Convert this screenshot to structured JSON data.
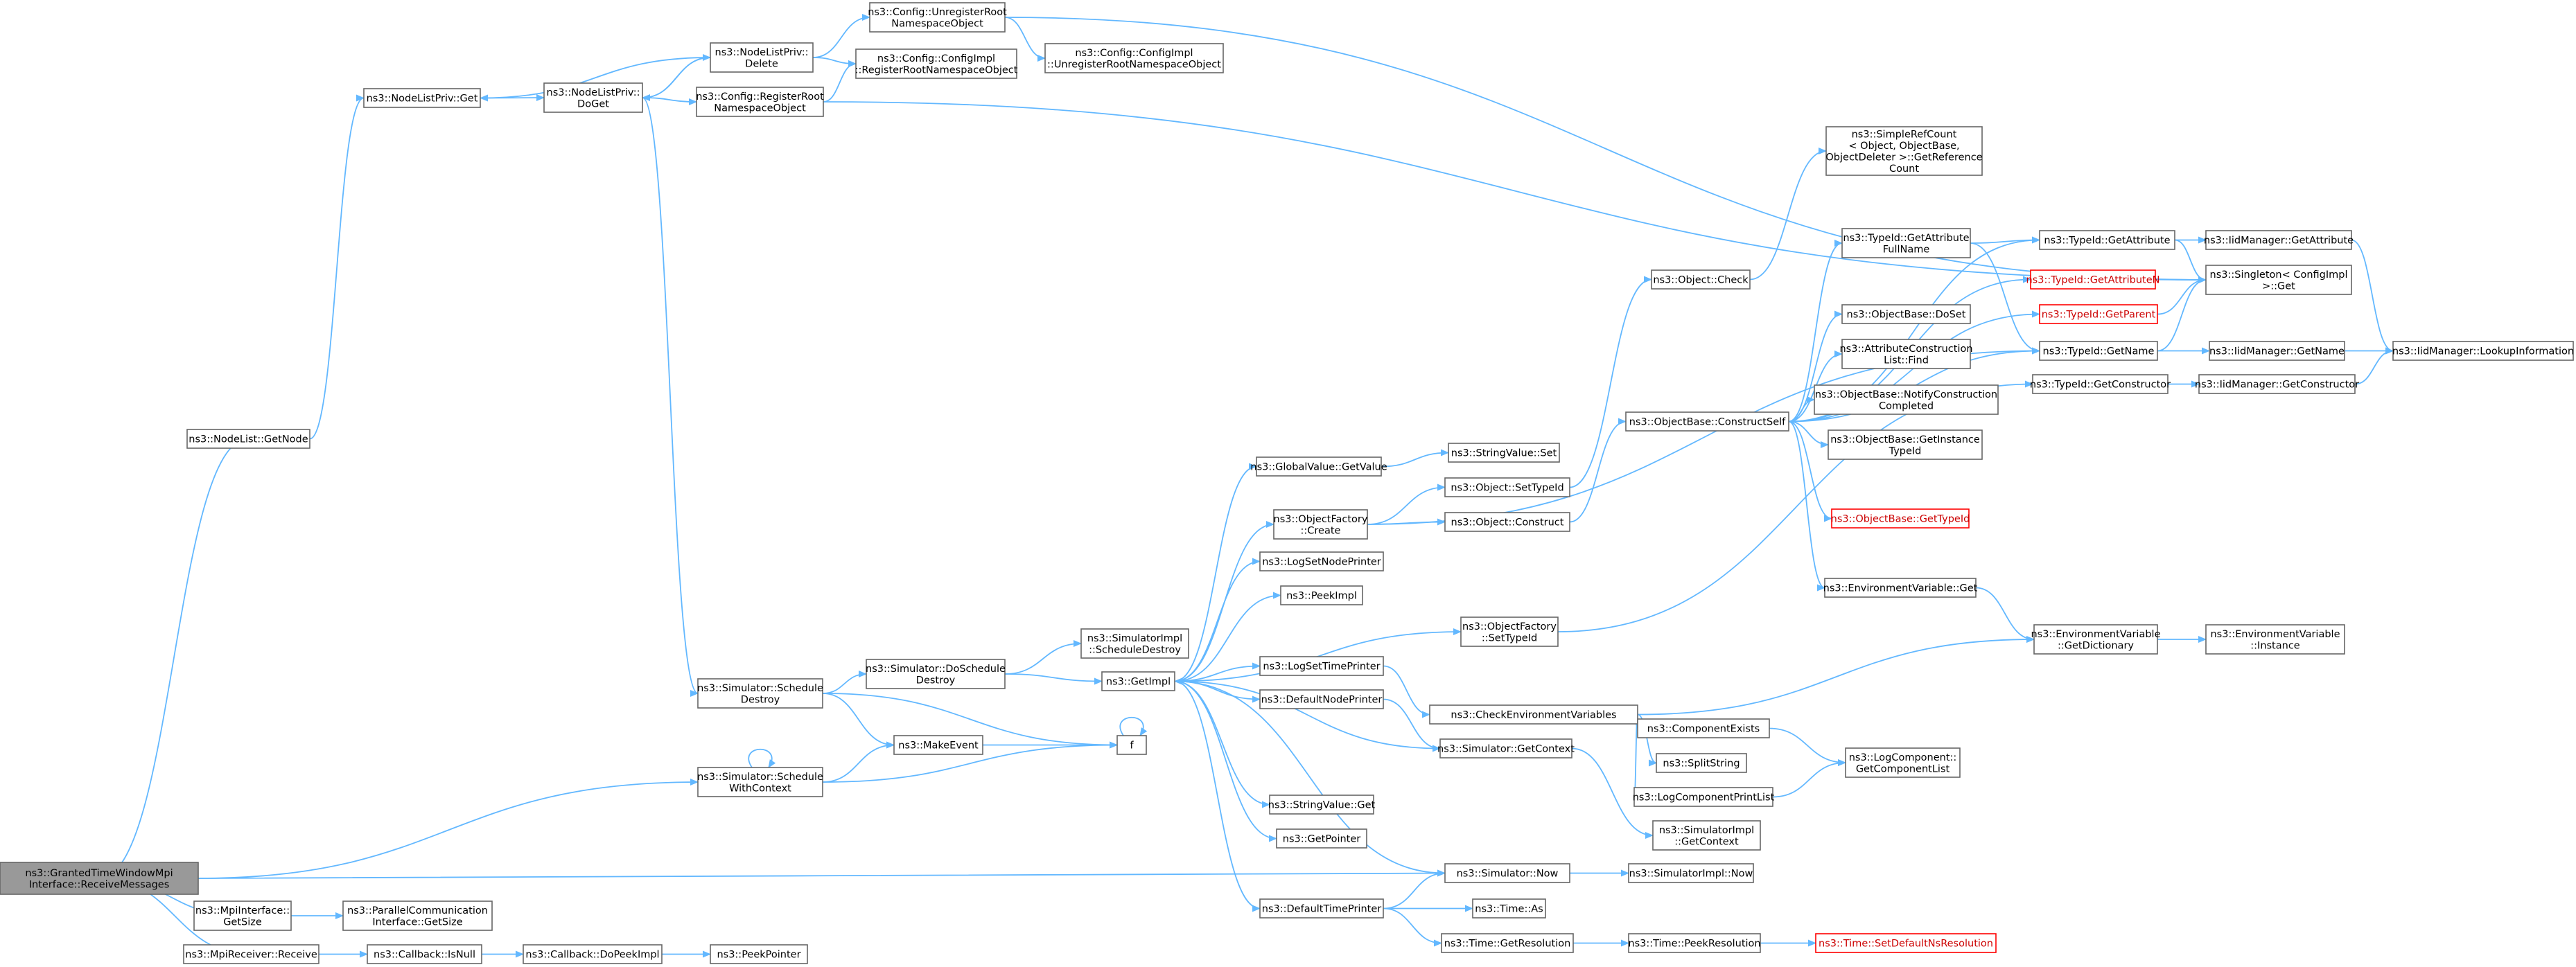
{
  "graph": {
    "title": "",
    "colors": {
      "edge": "#63b8ff",
      "node_border": "#666666",
      "highlight_fill": "#999999",
      "incomplete_border": "#ff0000"
    },
    "nodes": [
      {
        "id": "n0",
        "lines": [
          "ns3::GrantedTimeWindowMpi",
          "Interface::ReceiveMessages"
        ],
        "highlight": true
      },
      {
        "id": "n1",
        "lines": [
          "ns3::NodeList::GetNode"
        ]
      },
      {
        "id": "n2",
        "lines": [
          "ns3::NodeListPriv::Get"
        ]
      },
      {
        "id": "n3",
        "lines": [
          "ns3::NodeListPriv::",
          "DoGet"
        ]
      },
      {
        "id": "n4",
        "lines": [
          "ns3::NodeListPriv::",
          "Delete"
        ]
      },
      {
        "id": "n5",
        "lines": [
          "ns3::Config::UnregisterRoot",
          "NamespaceObject"
        ]
      },
      {
        "id": "n6",
        "lines": [
          "ns3::Config::ConfigImpl",
          "::UnregisterRootNamespaceObject"
        ]
      },
      {
        "id": "n7",
        "lines": [
          "ns3::Config::ConfigImpl",
          "::RegisterRootNamespaceObject"
        ]
      },
      {
        "id": "n8",
        "lines": [
          "ns3::Config::RegisterRoot",
          "NamespaceObject"
        ]
      },
      {
        "id": "n9",
        "lines": [
          "ns3::Simulator::Schedule",
          "Destroy"
        ]
      },
      {
        "id": "n10",
        "lines": [
          "ns3::Simulator::Schedule",
          "WithContext"
        ]
      },
      {
        "id": "n11",
        "lines": [
          "ns3::Simulator::DoSchedule",
          "Destroy"
        ]
      },
      {
        "id": "n12",
        "lines": [
          "ns3::MakeEvent"
        ]
      },
      {
        "id": "n13",
        "lines": [
          "ns3::SimulatorImpl",
          "::ScheduleDestroy"
        ]
      },
      {
        "id": "n14",
        "lines": [
          "ns3::GetImpl"
        ]
      },
      {
        "id": "n15",
        "lines": [
          "f"
        ]
      },
      {
        "id": "n16",
        "lines": [
          "ns3::GlobalValue::GetValue"
        ]
      },
      {
        "id": "n17",
        "lines": [
          "ns3::StringValue::Set"
        ]
      },
      {
        "id": "n18",
        "lines": [
          "ns3::ObjectFactory",
          "::Create"
        ]
      },
      {
        "id": "n19",
        "lines": [
          "ns3::Object::SetTypeId"
        ]
      },
      {
        "id": "n20",
        "lines": [
          "ns3::Object::Construct"
        ]
      },
      {
        "id": "n21",
        "lines": [
          "ns3::LogSetNodePrinter"
        ]
      },
      {
        "id": "n22",
        "lines": [
          "ns3::PeekImpl"
        ]
      },
      {
        "id": "n23",
        "lines": [
          "ns3::ObjectFactory",
          "::SetTypeId"
        ]
      },
      {
        "id": "n24",
        "lines": [
          "ns3::LogSetTimePrinter"
        ]
      },
      {
        "id": "n25",
        "lines": [
          "ns3::DefaultNodePrinter"
        ]
      },
      {
        "id": "n26",
        "lines": [
          "ns3::CheckEnvironmentVariables"
        ]
      },
      {
        "id": "n27",
        "lines": [
          "ns3::Simulator::GetContext"
        ]
      },
      {
        "id": "n28",
        "lines": [
          "ns3::StringValue::Get"
        ]
      },
      {
        "id": "n29",
        "lines": [
          "ns3::GetPointer"
        ]
      },
      {
        "id": "n30",
        "lines": [
          "ns3::Simulator::Now"
        ]
      },
      {
        "id": "n31",
        "lines": [
          "ns3::SimulatorImpl::Now"
        ]
      },
      {
        "id": "n32",
        "lines": [
          "ns3::DefaultTimePrinter"
        ]
      },
      {
        "id": "n33",
        "lines": [
          "ns3::Time::As"
        ]
      },
      {
        "id": "n34",
        "lines": [
          "ns3::Time::GetResolution"
        ]
      },
      {
        "id": "n35",
        "lines": [
          "ns3::Time::PeekResolution"
        ]
      },
      {
        "id": "n36",
        "lines": [
          "ns3::Time::SetDefaultNsResolution"
        ],
        "red": true
      },
      {
        "id": "n37",
        "lines": [
          "ns3::MpiInterface::",
          "GetSize"
        ]
      },
      {
        "id": "n38",
        "lines": [
          "ns3::ParallelCommunication",
          "Interface::GetSize"
        ]
      },
      {
        "id": "n39",
        "lines": [
          "ns3::MpiReceiver::Receive"
        ]
      },
      {
        "id": "n40",
        "lines": [
          "ns3::Callback::IsNull"
        ]
      },
      {
        "id": "n41",
        "lines": [
          "ns3::Callback::DoPeekImpl"
        ]
      },
      {
        "id": "n42",
        "lines": [
          "ns3::PeekPointer"
        ]
      },
      {
        "id": "n43",
        "lines": [
          "ns3::SimpleRefCount",
          "< Object, ObjectBase,",
          "ObjectDeleter >::GetReference",
          "Count"
        ]
      },
      {
        "id": "n44",
        "lines": [
          "ns3::Object::Check"
        ]
      },
      {
        "id": "n45",
        "lines": [
          "ns3::ObjectBase::ConstructSelf"
        ]
      },
      {
        "id": "n46",
        "lines": [
          "ns3::TypeId::GetAttribute",
          "FullName"
        ]
      },
      {
        "id": "n47",
        "lines": [
          "ns3::ObjectBase::DoSet"
        ]
      },
      {
        "id": "n48",
        "lines": [
          "ns3::AttributeConstruction",
          "List::Find"
        ]
      },
      {
        "id": "n49",
        "lines": [
          "ns3::ObjectBase::NotifyConstruction",
          "Completed"
        ]
      },
      {
        "id": "n50",
        "lines": [
          "ns3::ObjectBase::GetInstance",
          "TypeId"
        ]
      },
      {
        "id": "n51",
        "lines": [
          "ns3::ObjectBase::GetTypeId"
        ],
        "red": true
      },
      {
        "id": "n52",
        "lines": [
          "ns3::EnvironmentVariable::Get"
        ]
      },
      {
        "id": "n53",
        "lines": [
          "ns3::EnvironmentVariable",
          "::GetDictionary"
        ]
      },
      {
        "id": "n54",
        "lines": [
          "ns3::EnvironmentVariable",
          "::Instance"
        ]
      },
      {
        "id": "n55",
        "lines": [
          "ns3::ComponentExists"
        ]
      },
      {
        "id": "n56",
        "lines": [
          "ns3::SplitString"
        ]
      },
      {
        "id": "n57",
        "lines": [
          "ns3::LogComponentPrintList"
        ]
      },
      {
        "id": "n58",
        "lines": [
          "ns3::LogComponent::",
          "GetComponentList"
        ]
      },
      {
        "id": "n59",
        "lines": [
          "ns3::SimulatorImpl",
          "::GetContext"
        ]
      },
      {
        "id": "n60",
        "lines": [
          "ns3::TypeId::GetAttribute"
        ]
      },
      {
        "id": "n61",
        "lines": [
          "ns3::TypeId::GetAttributeN"
        ],
        "red": true
      },
      {
        "id": "n62",
        "lines": [
          "ns3::TypeId::GetParent"
        ],
        "red": true
      },
      {
        "id": "n63",
        "lines": [
          "ns3::TypeId::GetName"
        ]
      },
      {
        "id": "n64",
        "lines": [
          "ns3::TypeId::GetConstructor"
        ]
      },
      {
        "id": "n65",
        "lines": [
          "ns3::IidManager::GetAttribute"
        ]
      },
      {
        "id": "n66",
        "lines": [
          "ns3::Singleton< ConfigImpl",
          ">::Get"
        ]
      },
      {
        "id": "n67",
        "lines": [
          "ns3::IidManager::GetName"
        ]
      },
      {
        "id": "n68",
        "lines": [
          "ns3::IidManager::GetConstructor"
        ]
      },
      {
        "id": "n69",
        "lines": [
          "ns3::IidManager::LookupInformation"
        ]
      }
    ]
  }
}
